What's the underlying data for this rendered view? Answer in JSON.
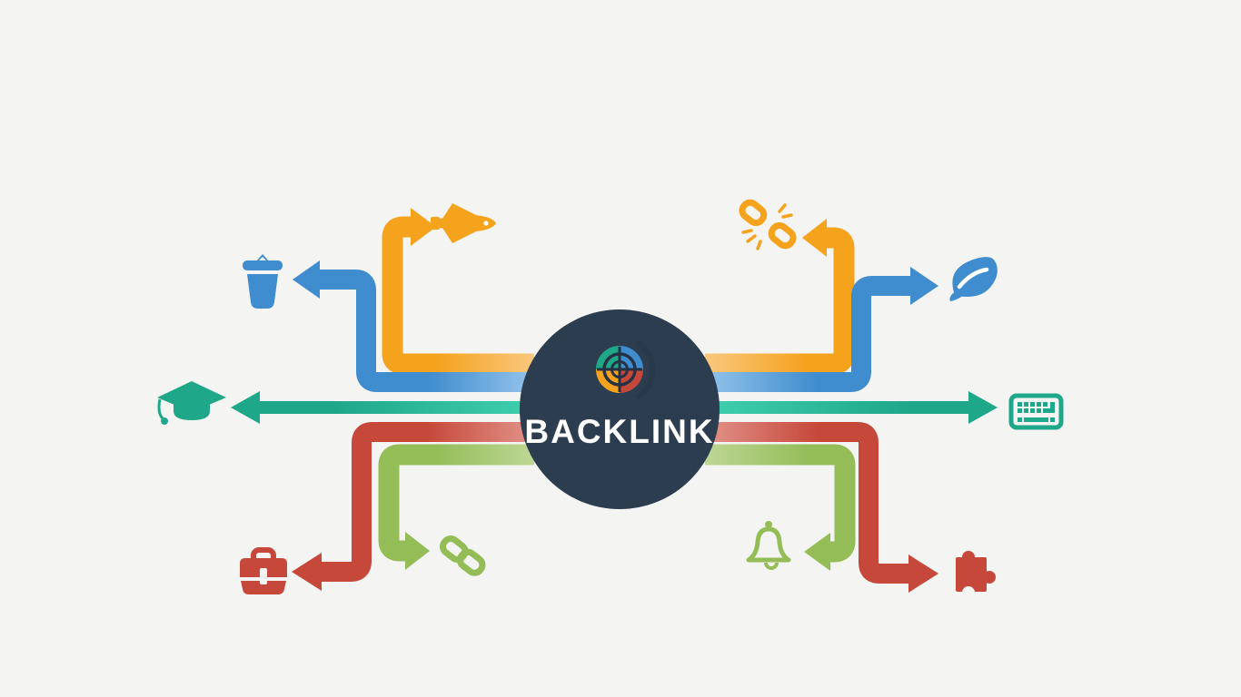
{
  "title": "Backlink infographic",
  "center": {
    "label": "BACKLINK",
    "logo": "target-crosshair-logo"
  },
  "colors": {
    "background": "#F4F4F2",
    "center_navy": "#2C3D4F",
    "label_white": "#FFFFFF",
    "orange": "#F5A21D",
    "orange_light": "#F9C87E",
    "blue": "#3F8CCE",
    "blue_light": "#8FC0EA",
    "teal": "#1FA78A",
    "teal_light": "#3DCDAD",
    "red": "#C6483B",
    "red_light": "#E08E84",
    "green": "#94BD58",
    "green_light": "#BDD795"
  },
  "branches": [
    {
      "position": "top-left",
      "arrow_color": "orange",
      "icon": "space-shuttle-icon"
    },
    {
      "position": "upper-left",
      "arrow_color": "blue",
      "icon": "trash-icon"
    },
    {
      "position": "middle-left",
      "arrow_color": "teal",
      "icon": "graduation-cap-icon"
    },
    {
      "position": "lower-left",
      "arrow_color": "red",
      "icon": "toolbox-icon"
    },
    {
      "position": "bottom-left",
      "arrow_color": "green",
      "icon": "chain-link-icon"
    },
    {
      "position": "top-right",
      "arrow_color": "orange",
      "icon": "broken-link-icon"
    },
    {
      "position": "upper-right",
      "arrow_color": "blue",
      "icon": "leaf-icon"
    },
    {
      "position": "middle-right",
      "arrow_color": "teal",
      "icon": "keyboard-icon"
    },
    {
      "position": "bottom-right",
      "arrow_color": "green",
      "icon": "bell-icon"
    },
    {
      "position": "lower-right",
      "arrow_color": "red",
      "icon": "puzzle-piece-icon"
    }
  ]
}
